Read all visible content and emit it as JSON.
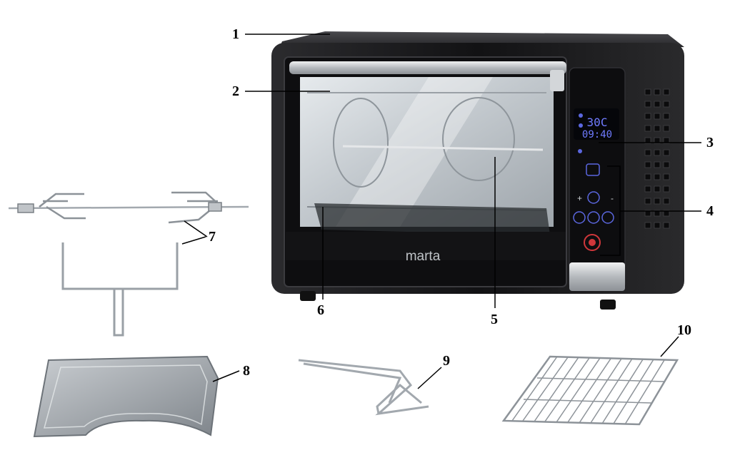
{
  "oven": {
    "brand": "marta",
    "display_temperature": "30C",
    "display_time": "09:40"
  },
  "callouts": [
    {
      "id": "1",
      "label": "1"
    },
    {
      "id": "2",
      "label": "2"
    },
    {
      "id": "3",
      "label": "3"
    },
    {
      "id": "4",
      "label": "4"
    },
    {
      "id": "5",
      "label": "5"
    },
    {
      "id": "6",
      "label": "6"
    },
    {
      "id": "7",
      "label": "7"
    },
    {
      "id": "8",
      "label": "8"
    },
    {
      "id": "9",
      "label": "9"
    },
    {
      "id": "10",
      "label": "10"
    }
  ],
  "colors": {
    "oven_body": "#1c1c1e",
    "glass": "#cdd3d8",
    "steel": "#b9bdc2",
    "lcd_blue": "#6f7bff"
  }
}
